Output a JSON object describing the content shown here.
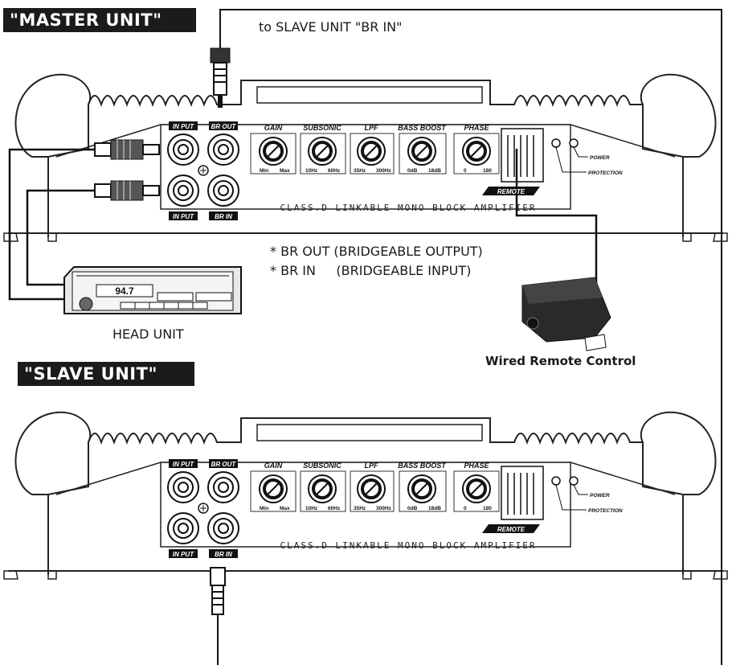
{
  "master_label": "\"MASTER UNIT\"",
  "slave_label": "\"SLAVE UNIT\"",
  "to_slave_note": "to SLAVE UNIT \"BR IN\"",
  "br_out_note": "* BR OUT (BRIDGEABLE OUTPUT)",
  "br_in_note": "* BR IN     (BRIDGEABLE INPUT)",
  "head_unit_label": "HEAD UNIT",
  "head_unit_display": "94.7",
  "remote_label": "Wired Remote Control",
  "amp": {
    "in_put": "IN PUT",
    "br_out": "BR OUT",
    "br_in": "BR IN",
    "gain": "GAIN",
    "gain_min": "Min",
    "gain_max": "Max",
    "subsonic": "SUBSONIC",
    "sub_min": "10Hz",
    "sub_max": "60Hz",
    "lpf": "LPF",
    "lpf_min": "35Hz",
    "lpf_max": "300Hz",
    "bass": "BASS BOOST",
    "bass_min": "0dB",
    "bass_max": "18dB",
    "phase": "PHASE",
    "phase_min": "0",
    "phase_max": "180",
    "remote": "REMOTE",
    "power": "POWER",
    "protection": "PROTECTION",
    "model": "CLASS.D LINKABLE MONO BLOCK AMPLIFIER"
  }
}
